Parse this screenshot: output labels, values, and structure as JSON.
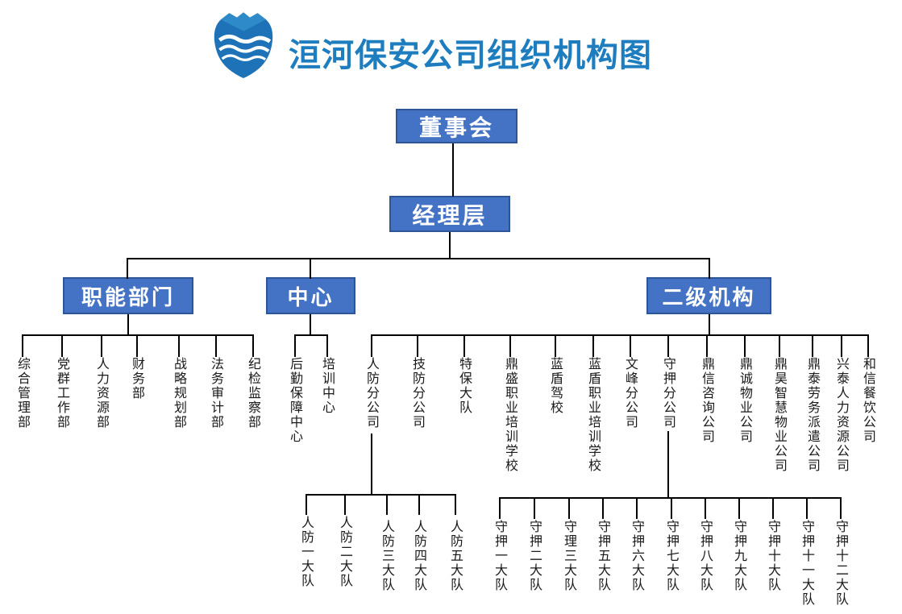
{
  "title": "洹河保安公司组织机构图",
  "icons": {
    "logo": "shield-with-waves-logo"
  },
  "nodes": {
    "board": "董事会",
    "management": "经理层"
  },
  "branches": {
    "functional": {
      "label": "职能部门",
      "children": [
        "综合管理部",
        "党群工作部",
        "人力资源部",
        "财务部",
        "战略规划部",
        "法务审计部",
        "纪检监察部"
      ]
    },
    "centers": {
      "label": "中心",
      "children": [
        "后勤保障中心",
        "培训中心"
      ]
    },
    "secondary": {
      "label": "二级机构",
      "children": [
        "人防分公司",
        "技防分公司",
        "特保大队",
        "鼎盛职业培训学校",
        "蓝盾驾校",
        "蓝盾职业培训学校",
        "文峰分公司",
        "守押分公司",
        "鼎信咨询公司",
        "鼎诚物业公司",
        "鼎昊智慧物业公司",
        "鼎泰劳务派遣公司",
        "兴泰人力资源公司",
        "和信餐饮公司"
      ]
    }
  },
  "sub_branches": {
    "civil_defense": {
      "parent": "人防分公司",
      "children": [
        "人防一大队",
        "人防二大队",
        "人防三大队",
        "人防四大队",
        "人防五大队"
      ]
    },
    "escort": {
      "parent": "守押分公司",
      "children": [
        "守押一大队",
        "守押二大队",
        "守理三大队",
        "守押五大队",
        "守押六大队",
        "守押七大队",
        "守押八大队",
        "守押九大队",
        "守押十大队",
        "守押十一大队",
        "守押十二大队"
      ]
    }
  },
  "colors": {
    "title_text": "#1E7DBE",
    "node_fill": "#4472C4",
    "node_border": "#2E5697",
    "node_text": "#FFFFFF",
    "connector": "#000000",
    "leaf_text": "#1A1A1A"
  }
}
